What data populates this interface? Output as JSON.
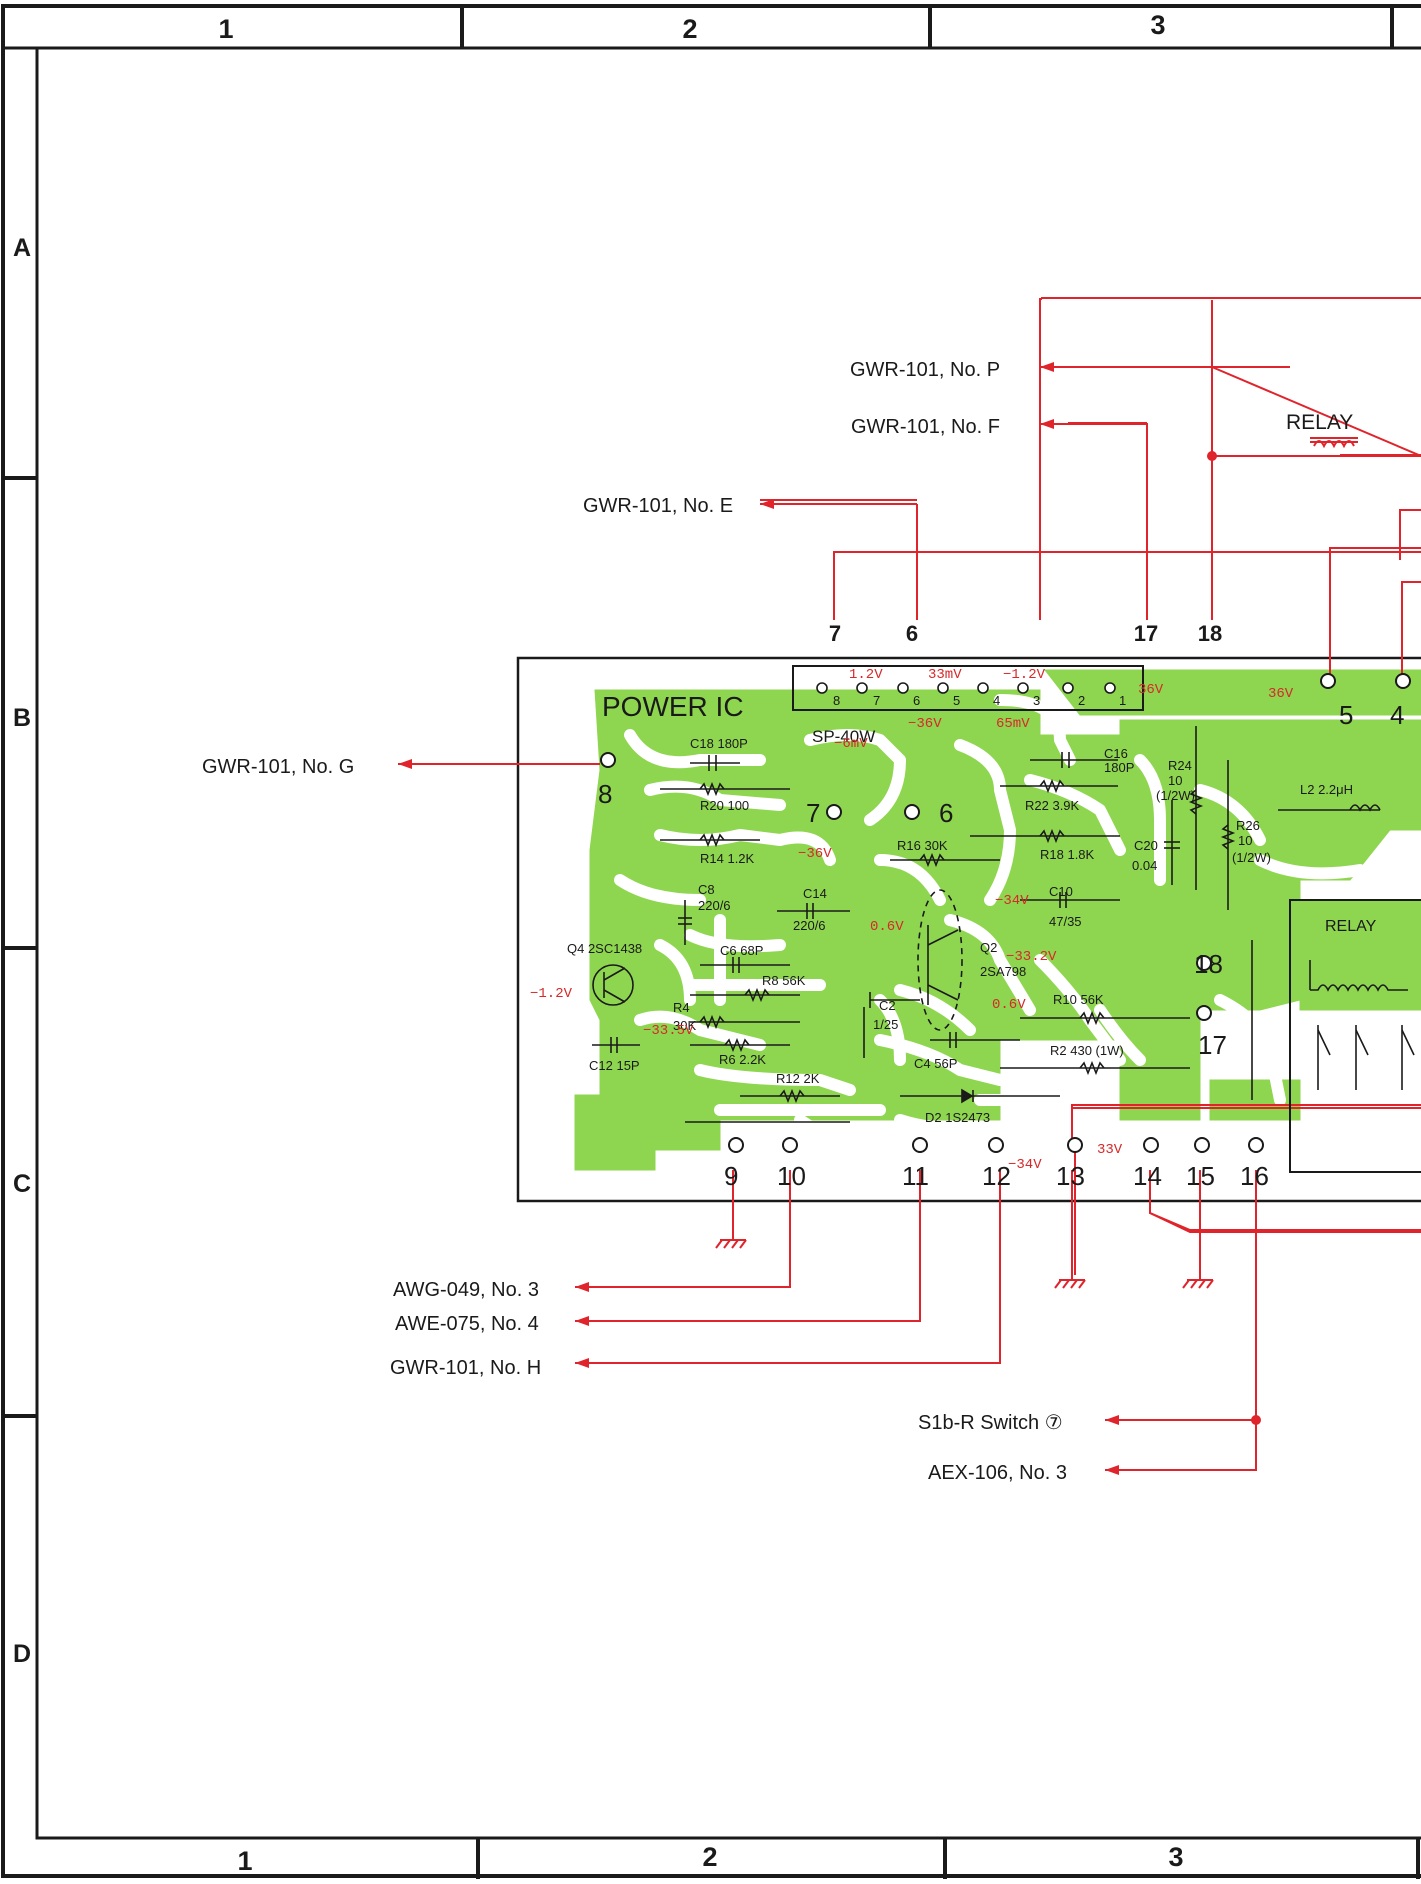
{
  "frame": {
    "columns_top": [
      "1",
      "2",
      "3"
    ],
    "columns_bottom": [
      "1",
      "2",
      "3"
    ],
    "rows": [
      "A",
      "B",
      "C",
      "D"
    ]
  },
  "relay": {
    "top_label": "RELAY",
    "box_label": "RELAY"
  },
  "connectors": {
    "gwr_p": "GWR-101, No. P",
    "gwr_f": "GWR-101, No. F",
    "gwr_e": "GWR-101, No. E",
    "gwr_g": "GWR-101, No. G",
    "awg": "AWG-049, No. 3",
    "awe": "AWE-075, No. 4",
    "gwr_h": "GWR-101, No. H",
    "switch": "S1b-R Switch ⑦",
    "aex": "AEX-106, No. 3"
  },
  "top_pins": [
    "7",
    "6",
    "17",
    "18"
  ],
  "pcb": {
    "title": "POWER IC",
    "ic_part": "SP-40W",
    "ic_pins": [
      "8",
      "7",
      "6",
      "5",
      "4",
      "3",
      "2",
      "1"
    ],
    "pins_right": [
      "5",
      "4"
    ],
    "pin_8": "8",
    "pins_inner": [
      "7",
      "6",
      "18",
      "17"
    ],
    "pins_bottom": [
      "9",
      "10",
      "11",
      "12",
      "13",
      "14",
      "15",
      "16"
    ],
    "components": {
      "c18": "C18 180P",
      "r20": "R20 100",
      "r14": "R14 1.2K",
      "c8": "C8",
      "c8v": "220/6",
      "c14": "C14",
      "c14v": "220/6",
      "q4": "Q4 2SC1438",
      "c6": "C6 68P",
      "r8": "R8 56K",
      "r4": "R4",
      "r4v": "30K",
      "r6": "R6 2.2K",
      "c12": "C12 15P",
      "r12": "R12 2K",
      "c16": "C16",
      "c16v": "180P",
      "r22": "R22 3.9K",
      "r16": "R16 30K",
      "r18": "R18 1.8K",
      "c10": "C10",
      "c10v": "47/35",
      "q2": "Q2",
      "q2p": "2SA798",
      "c2": "C2",
      "c2v": "1/25",
      "r10": "R10 56K",
      "c4": "C4 56P",
      "r2": "R2 430 (1W)",
      "d2": "D2 1S2473",
      "r24": "R24",
      "r24v": "10",
      "r24w": "(1/2W)",
      "r26": "R26",
      "r26v": "10",
      "r26w": "(1/2W)",
      "c20": "C20",
      "c20v": "0.04",
      "l2": "L2 2.2μH"
    },
    "voltages": {
      "p7": "1.2V",
      "p5": "33mV",
      "p3": "−1.2V",
      "p1": "36V",
      "p6": "−36V",
      "p7b": "−6mV",
      "p4": "65mV",
      "r5": "36V",
      "pin7": "−36V",
      "q2e": "−34V",
      "q2b": "0.6V",
      "q2c": "−33.2V",
      "q2d": "0.6V",
      "q4": "−1.2V",
      "q4e": "−33.5V",
      "p13": "33V",
      "p12": "−34V"
    }
  },
  "colors": {
    "pcb": "#8fd650",
    "wire": "#e0242c",
    "ink": "#1a1a1a"
  }
}
